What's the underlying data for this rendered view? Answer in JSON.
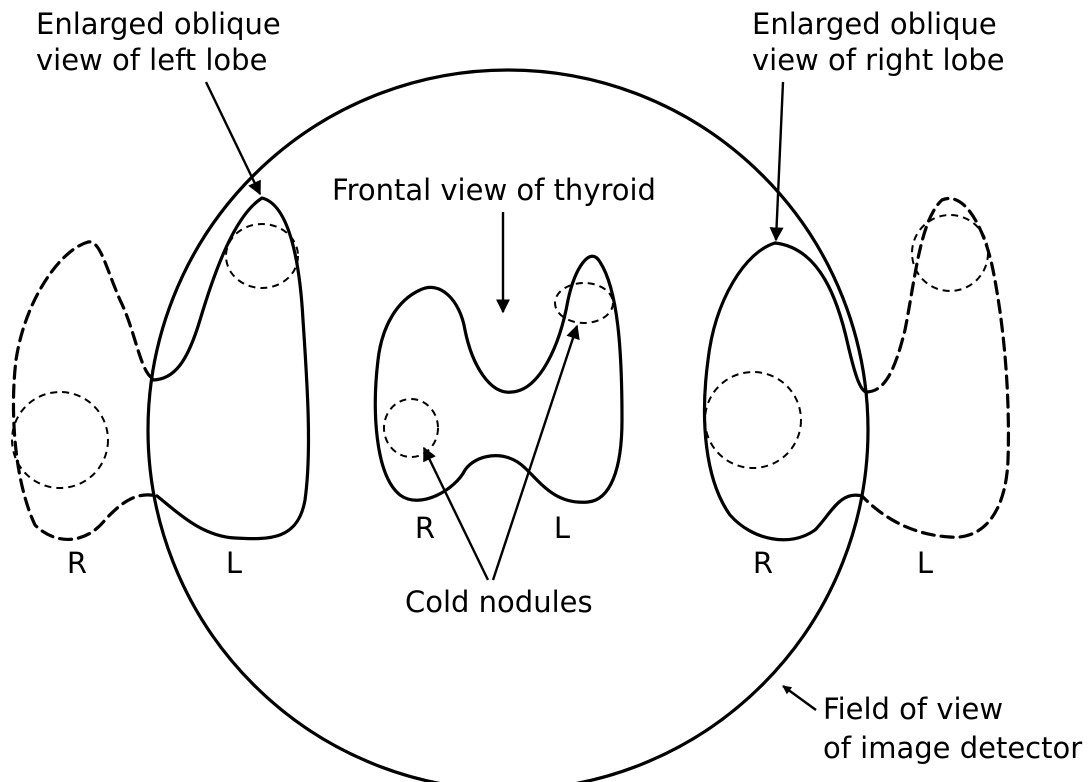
{
  "labels": {
    "oblique_left_line1": "Enlarged oblique",
    "oblique_left_line2": "view of left lobe",
    "oblique_right_line1": "Enlarged oblique",
    "oblique_right_line2": "view of right lobe",
    "frontal": "Frontal view of thyroid",
    "cold_nodules": "Cold nodules",
    "field_line1": "Field of view",
    "field_line2": "of image detector"
  },
  "lobe_letters": {
    "left_view_r": "R",
    "left_view_l": "L",
    "front_r": "R",
    "front_l": "L",
    "right_view_r": "R",
    "right_view_l": "L"
  },
  "colors": {
    "ink": "#000000",
    "background": "#ffffff"
  }
}
